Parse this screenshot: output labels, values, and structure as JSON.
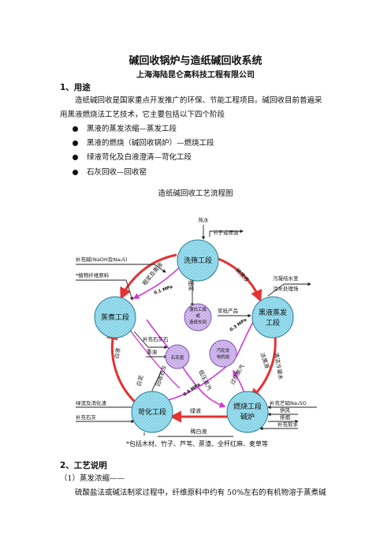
{
  "document": {
    "title": "碱回收锅炉与造纸碱回收系统",
    "company": "上海海陆昆仑高科技工程有限公司",
    "section1": {
      "heading": "1、用途",
      "intro_line1": "造纸碱回收是国家重点开发推广的环保、节能工程项目。碱回收目前普遍采",
      "intro_line2": "用黑液燃烧法工艺技术，它主要包括以下四个阶段",
      "bullets": [
        "黑液的蒸发浓缩—蒸发工段",
        "黑液的燃烧（碱回收锅炉）—燃烧工段",
        "绿液苛化及白液澄清—苛化工段",
        "石灰回收—回收窑"
      ],
      "flow_title": "造纸碱回收工艺流程图"
    },
    "section2": {
      "heading": "2、工艺说明",
      "sub1": "（1）蒸发浓缩——",
      "text_line1": "硫酸盐法或碱法制浆过程中，纤维原料中约有 50%左右的有机物溶于蒸煮碱"
    }
  },
  "diagram": {
    "nodes": {
      "wash": "洗筛工段",
      "cook": "蒸煮工段",
      "evap_1": "黑液蒸发",
      "evap_2": "工段",
      "caust": "苛化工段",
      "boiler_1": "燃烧工段",
      "boiler_2": "碱炉",
      "bleach_1": "漂白工段",
      "bleach_2": "或",
      "bleach_3": "造纸车间",
      "kiln": "石灰窑",
      "turbine_1": "汽轮发",
      "turbine_2": "电机组"
    },
    "labels": {
      "hot_water": "热水",
      "knots": "节子或筛渣",
      "makeup_alkali": "补充碱(NaOH及Na₂S)",
      "fiber": "*植物纤维原料",
      "condensate_1": "污凝结水至",
      "condensate_2": "污水处理场",
      "pulp_product": "浆纸产品",
      "lime_makeup": "补充石灰石",
      "heavy_oil": "重油",
      "green_mud": "绿泥及消化渣",
      "lime": "补充石灰",
      "mirabilite": "补充芒硝Na₂SO",
      "air": "供风",
      "flue": "排烟",
      "softwater": "补充软水",
      "footnote": "*包括木材、竹子、芦苇、蔗渣、全秆红麻、麦草等",
      "pressure_1": "0.1 MPa",
      "pressure_2": "0.3 MPa",
      "pressure_3": "0.5 MPa",
      "arc_dilute_bl_top": "粗浆及黑液",
      "arc_dilute_bl_right": "稀黑液",
      "arc_thick_bl": "浓黑液",
      "arc_clean_steam": "清洁冷凝水",
      "arc_white_liquor": "白液",
      "arc_green_liquor": "绿液",
      "arc_dilute_white": "稀白液",
      "arc_lime_mud": "白泥",
      "arc_reburn_lime": "回收石灰",
      "arc_hp_steam": "过热蒸汽",
      "arc_steam_low": "低压蒸汽",
      "arc_pulp": "细浆"
    },
    "colors": {
      "node_fill": "#8fd8ea",
      "node_stroke": "#2a7d92",
      "mid_fill": "#c8a6e6",
      "main_flow": "#e53232",
      "steam_flow": "#d13ad8",
      "aux": "#222222"
    }
  }
}
